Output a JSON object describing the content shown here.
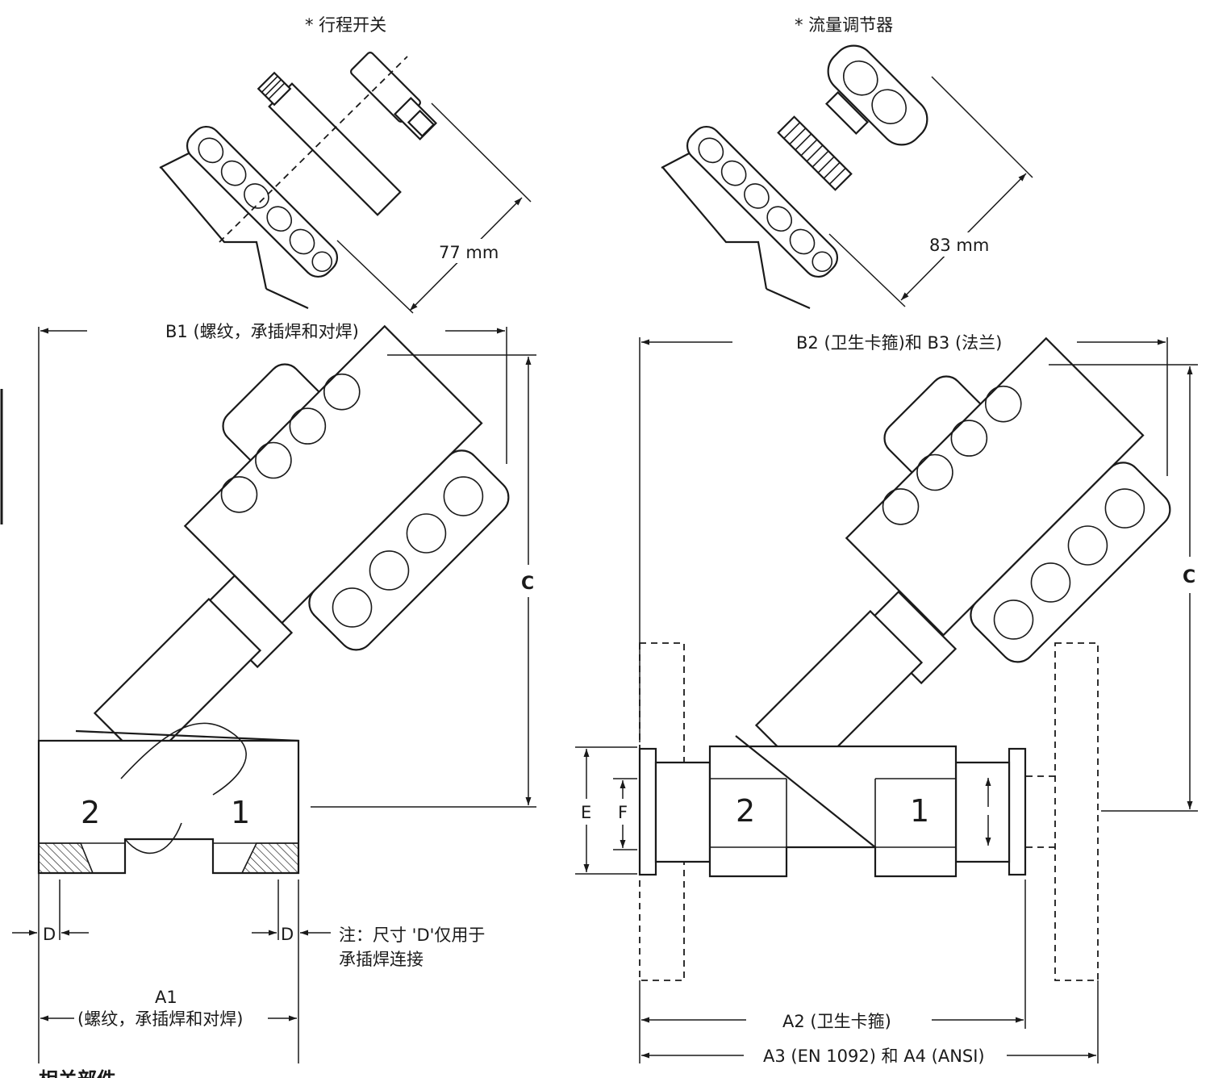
{
  "labels": {
    "limit_switch": "* 行程开关",
    "flow_regulator": "* 流量调节器",
    "dim_77": "77 mm",
    "dim_83": "83 mm",
    "b1": "B1 (螺纹，承插焊和对焊)",
    "b2_b3": "B2 (卫生卡箍)和 B3 (法兰)",
    "c_left": "C",
    "c_right": "C",
    "port_2_left": "2",
    "port_1_left": "1",
    "port_2_right": "2",
    "port_1_right": "1",
    "d_left": "D",
    "d_right": "D",
    "note_line1": "注：尺寸 'D'仅用于",
    "note_line2": "承插焊连接",
    "a1_line1": "A1",
    "a1_line2": "(螺纹，承插焊和对焊)",
    "e": "E",
    "f": "F",
    "a2": "A2 (卫生卡箍)",
    "a3_a4": "A3 (EN 1092) 和 A4 (ANSI)",
    "footer_cut": "相关部件"
  }
}
